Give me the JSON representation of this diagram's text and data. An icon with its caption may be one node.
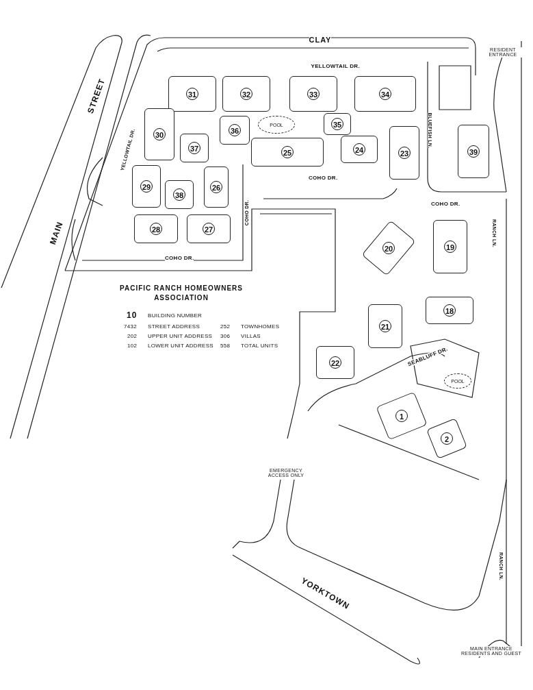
{
  "diagram": {
    "title": "PACIFIC RANCH HOMEOWNERS ASSOCIATION",
    "nodes": [
      {
        "text": [
          "31"
        ]
      },
      {
        "text": [
          "32"
        ]
      },
      {
        "text": [
          "33"
        ]
      },
      {
        "text": [
          "34"
        ]
      },
      {
        "text": [
          "30"
        ]
      },
      {
        "text": [
          "36"
        ]
      },
      {
        "text": [
          "35"
        ]
      },
      {
        "text": [
          "POOL"
        ]
      },
      {
        "text": [
          "37"
        ]
      },
      {
        "text": [
          "25"
        ]
      },
      {
        "text": [
          "24"
        ]
      },
      {
        "text": [
          "23"
        ]
      },
      {
        "text": [
          "39"
        ]
      },
      {
        "text": [
          "29"
        ]
      },
      {
        "text": [
          "38"
        ]
      },
      {
        "text": [
          "26"
        ]
      },
      {
        "text": [
          "28"
        ]
      },
      {
        "text": [
          "27"
        ]
      },
      {
        "text": [
          "20"
        ]
      },
      {
        "text": [
          "19"
        ]
      },
      {
        "text": [
          "18"
        ]
      },
      {
        "text": [
          "21"
        ]
      },
      {
        "text": [
          "22"
        ]
      },
      {
        "text": [
          "POOL"
        ]
      },
      {
        "text": [
          "1"
        ]
      },
      {
        "text": [
          "2"
        ]
      }
    ],
    "labels": [
      "RESIDENT ENTRANCE",
      "CLAY",
      "YELLOWTAIL DR.",
      "STREET",
      "YELLOWTAIL DR.",
      "BLUEFISH LN.",
      "COHO DR.",
      "COHO DR.",
      "RANCH LN.",
      "COHO DR.",
      "MAIN",
      "COHO DR.",
      "10",
      "BUILDING NUMBER",
      "7432",
      "STREET ADDRESS",
      "252",
      "TOWNHOMES",
      "202",
      "UPPER UNIT ADDRESS",
      "306",
      "VILLAS",
      "102",
      "LOWER UNIT ADDRESS",
      "558",
      "TOTAL UNITS",
      "SEABLUFF DR.",
      "EMERGENCY ACCESS ONLY",
      "RANCH LN.",
      "YORKTOWN",
      "MAIN ENTRANCE RESIDENTS AND GUEST"
    ]
  }
}
